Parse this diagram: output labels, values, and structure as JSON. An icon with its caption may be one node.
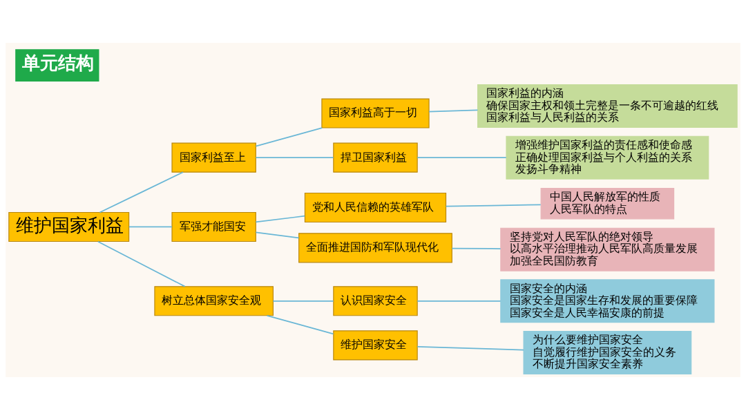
{
  "diagram": {
    "title": "单元结构",
    "nodes": [
      {
        "text": [
          "维护国家利益"
        ]
      },
      {
        "text": [
          "国家利益至上"
        ]
      },
      {
        "text": [
          "国家利益高于一切"
        ]
      },
      {
        "text": [
          "国家利益的内涵",
          "确保国家主权和领土完整是一条不可逾越的红线",
          "国家利益与人民利益的关系"
        ]
      },
      {
        "text": [
          "捍卫国家利益"
        ]
      },
      {
        "text": [
          "增强维护国家利益的责任感和使命感",
          "正确处理国家利益与个人利益的关系",
          "发扬斗争精神"
        ]
      },
      {
        "text": [
          "军强才能国安"
        ]
      },
      {
        "text": [
          "党和人民信赖的英雄军队"
        ]
      },
      {
        "text": [
          "中国人民解放军的性质",
          "人民军队的特点"
        ]
      },
      {
        "text": [
          "全面推进国防和军队现代化"
        ]
      },
      {
        "text": [
          "坚持党对人民军队的绝对领导",
          "以高水平治理推动人民军队高质量发展",
          "加强全民国防教育"
        ]
      },
      {
        "text": [
          "树立总体国家安全观"
        ]
      },
      {
        "text": [
          "认识国家安全"
        ]
      },
      {
        "text": [
          "国家安全的内涵",
          "国家安全是国家生存和发展的重要保障",
          "国家安全是人民幸福安康的前提"
        ]
      },
      {
        "text": [
          "维护国家安全"
        ]
      },
      {
        "text": [
          "为什么要维护国家安全",
          "自觉履行维护国家安全的义务",
          "不断提升国家安全素养"
        ]
      }
    ],
    "edges": [
      {
        "from": 0,
        "to": 1,
        "arrow": "none"
      },
      {
        "from": 1,
        "to": 2,
        "arrow": "none"
      },
      {
        "from": 2,
        "to": 3,
        "arrow": "none"
      },
      {
        "from": 1,
        "to": 4,
        "arrow": "none"
      },
      {
        "from": 4,
        "to": 5,
        "arrow": "none"
      },
      {
        "from": 0,
        "to": 6,
        "arrow": "none"
      },
      {
        "from": 6,
        "to": 7,
        "arrow": "none"
      },
      {
        "from": 7,
        "to": 8,
        "arrow": "none"
      },
      {
        "from": 6,
        "to": 9,
        "arrow": "none"
      },
      {
        "from": 9,
        "to": 10,
        "arrow": "none"
      },
      {
        "from": 0,
        "to": 11,
        "arrow": "none"
      },
      {
        "from": 11,
        "to": 12,
        "arrow": "none"
      },
      {
        "from": 12,
        "to": 13,
        "arrow": "none"
      },
      {
        "from": 11,
        "to": 14,
        "arrow": "none"
      },
      {
        "from": 14,
        "to": 15,
        "arrow": "none"
      }
    ]
  }
}
